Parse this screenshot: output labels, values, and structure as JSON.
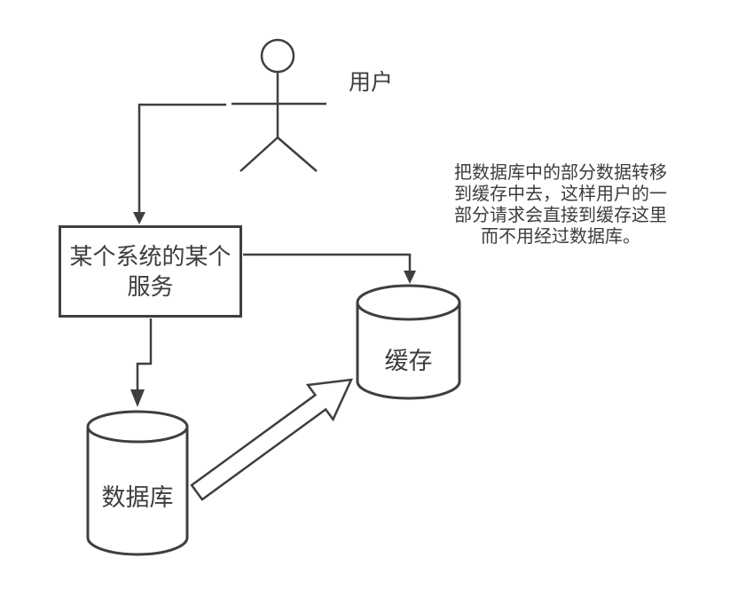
{
  "diagram": {
    "background": "#ffffff",
    "stroke_color": "#3f3f3f",
    "text_color": "#3d3d3d",
    "user": {
      "label": "用户"
    },
    "service_box": {
      "line1": "某个系统的某个",
      "line2": "服务"
    },
    "cache": {
      "label": "缓存"
    },
    "database": {
      "label": "数据库"
    },
    "annotation": {
      "lines": [
        "把数据库中的部分数据转移",
        "到缓存中去，这样用户的一",
        "部分请求会直接到缓存这里",
        "而不用经过数据库。"
      ]
    }
  }
}
